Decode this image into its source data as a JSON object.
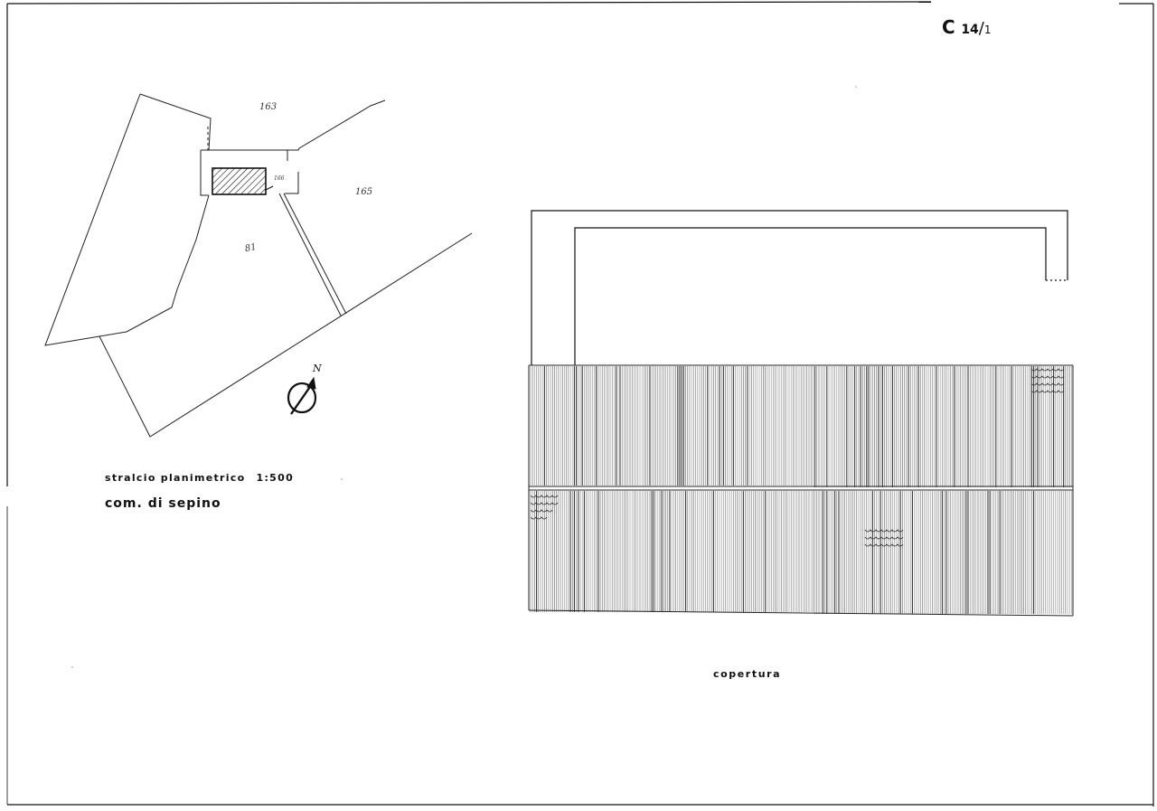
{
  "sheet": {
    "code_letter": "C",
    "code_number": "14",
    "code_separator": "/",
    "code_sub": "1"
  },
  "site_plan": {
    "caption": "stralcio planimetrico",
    "scale": "1:500",
    "municipality": "com. di sepino",
    "parcels": {
      "north": "163",
      "east": "165",
      "center": "81",
      "building": "166"
    },
    "north_arrow_label": "N"
  },
  "roof_plan": {
    "caption": "copertura"
  },
  "colors": {
    "ink": "#111111",
    "paper": "#ffffff",
    "tile": "#333333"
  }
}
